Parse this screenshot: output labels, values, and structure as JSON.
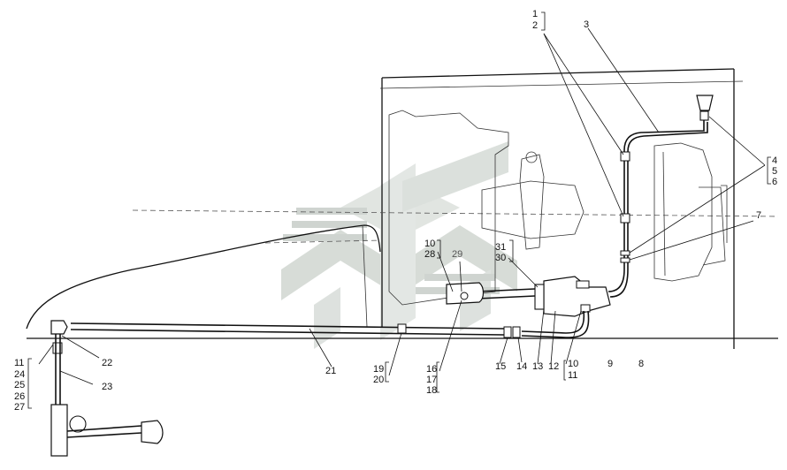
{
  "callouts": [
    {
      "id": "c1",
      "text": "1"
    },
    {
      "id": "c2",
      "text": "2"
    },
    {
      "id": "c3",
      "text": "3"
    },
    {
      "id": "c4",
      "text": "4"
    },
    {
      "id": "c5",
      "text": "5"
    },
    {
      "id": "c6",
      "text": "6"
    },
    {
      "id": "c7",
      "text": "7"
    },
    {
      "id": "c8",
      "text": "8"
    },
    {
      "id": "c9",
      "text": "9"
    },
    {
      "id": "c10a",
      "text": "10"
    },
    {
      "id": "c28",
      "text": "28"
    },
    {
      "id": "c29",
      "text": "29"
    },
    {
      "id": "c31",
      "text": "31"
    },
    {
      "id": "c30",
      "text": "30"
    },
    {
      "id": "c11a",
      "text": "11"
    },
    {
      "id": "c24",
      "text": "24"
    },
    {
      "id": "c25",
      "text": "25"
    },
    {
      "id": "c26",
      "text": "26"
    },
    {
      "id": "c27",
      "text": "27"
    },
    {
      "id": "c22",
      "text": "22"
    },
    {
      "id": "c23",
      "text": "23"
    },
    {
      "id": "c21",
      "text": "21"
    },
    {
      "id": "c19",
      "text": "19"
    },
    {
      "id": "c20",
      "text": "20"
    },
    {
      "id": "c16",
      "text": "16"
    },
    {
      "id": "c17",
      "text": "17"
    },
    {
      "id": "c18",
      "text": "18"
    },
    {
      "id": "c15",
      "text": "15"
    },
    {
      "id": "c14",
      "text": "14"
    },
    {
      "id": "c13",
      "text": "13"
    },
    {
      "id": "c12",
      "text": "12"
    },
    {
      "id": "c10b",
      "text": "10"
    },
    {
      "id": "c11b",
      "text": "11"
    }
  ]
}
